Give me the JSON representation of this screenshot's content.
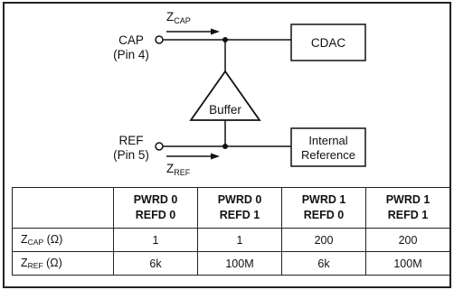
{
  "diagram": {
    "cap_label": "CAP",
    "cap_pin": "(Pin 4)",
    "ref_label": "REF",
    "ref_pin": "(Pin 5)",
    "z_symbol": "Z",
    "z_cap_sub": "CAP",
    "z_ref_sub": "REF",
    "cdac_label": "CDAC",
    "buffer_label": "Buffer",
    "internal_ref_line1": "Internal",
    "internal_ref_line2": "Reference"
  },
  "table": {
    "headers": [
      {
        "line1": "",
        "line2": ""
      },
      {
        "line1": "PWRD 0",
        "line2": "REFD 0"
      },
      {
        "line1": "PWRD 0",
        "line2": "REFD 1"
      },
      {
        "line1": "PWRD 1",
        "line2": "REFD 0"
      },
      {
        "line1": "PWRD 1",
        "line2": "REFD 1"
      }
    ],
    "rows": [
      {
        "z": "Z",
        "sub": "CAP",
        "unit": " (Ω)",
        "values": [
          "1",
          "1",
          "200",
          "200"
        ]
      },
      {
        "z": "Z",
        "sub": "REF",
        "unit": " (Ω)",
        "values": [
          "6k",
          "100M",
          "6k",
          "100M"
        ]
      }
    ]
  }
}
